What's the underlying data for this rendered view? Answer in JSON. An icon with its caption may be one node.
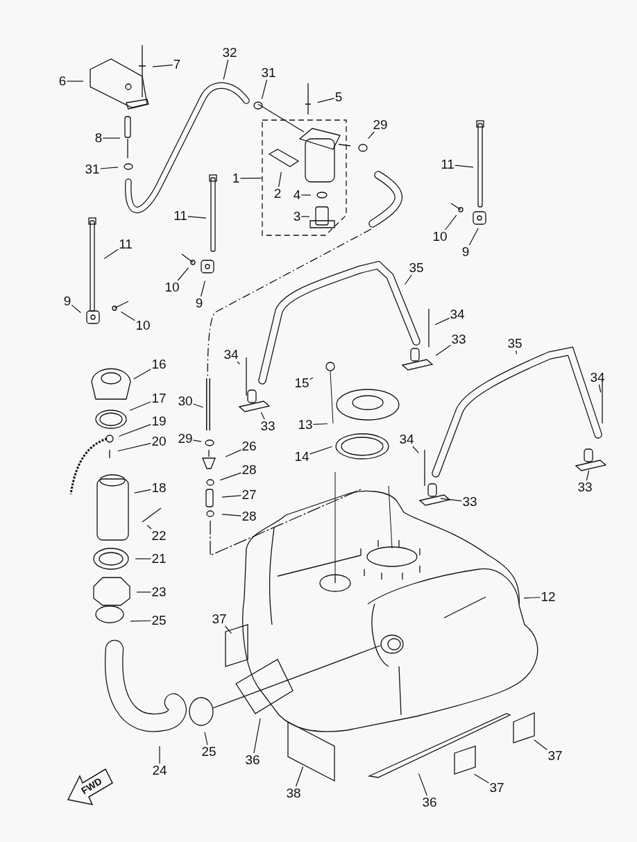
{
  "diagram": {
    "nodes": [
      {
        "text": [
          "6"
        ]
      },
      {
        "text": [
          "7"
        ]
      },
      {
        "text": [
          "8"
        ]
      },
      {
        "text": [
          "31"
        ]
      },
      {
        "text": [
          "32"
        ]
      },
      {
        "text": [
          "31"
        ]
      },
      {
        "text": [
          "5"
        ]
      },
      {
        "text": [
          "29"
        ]
      },
      {
        "text": [
          "1"
        ]
      },
      {
        "text": [],
        "shape": "box"
      },
      {
        "text": [
          "2"
        ],
        "in": 9
      },
      {
        "text": [
          "4"
        ],
        "in": 9
      },
      {
        "text": [
          "3"
        ],
        "in": 9
      },
      {
        "text": [
          "11"
        ]
      },
      {
        "text": [
          "10"
        ]
      },
      {
        "text": [
          "9"
        ]
      },
      {
        "text": [
          "11"
        ]
      },
      {
        "text": [
          "10"
        ]
      },
      {
        "text": [
          "9"
        ]
      },
      {
        "text": [
          "11"
        ]
      },
      {
        "text": [
          "9"
        ]
      },
      {
        "text": [
          "10"
        ]
      },
      {
        "text": [
          "35"
        ]
      },
      {
        "text": [
          "34"
        ]
      },
      {
        "text": [
          "33"
        ]
      },
      {
        "text": [
          "34"
        ]
      },
      {
        "text": [
          "33"
        ]
      },
      {
        "text": [
          "16"
        ]
      },
      {
        "text": [
          "17"
        ]
      },
      {
        "text": [
          "19"
        ]
      },
      {
        "text": [
          "20"
        ]
      },
      {
        "text": [
          "30"
        ]
      },
      {
        "text": [
          "29"
        ]
      },
      {
        "text": [
          "26"
        ]
      },
      {
        "text": [
          "28"
        ]
      },
      {
        "text": [
          "27"
        ]
      },
      {
        "text": [
          "28"
        ]
      },
      {
        "text": [
          "15"
        ]
      },
      {
        "text": [
          "13"
        ]
      },
      {
        "text": [
          "14"
        ]
      },
      {
        "text": [
          "34"
        ]
      },
      {
        "text": [
          "35"
        ]
      },
      {
        "text": [
          "34"
        ]
      },
      {
        "text": [
          "33"
        ]
      },
      {
        "text": [
          "33"
        ]
      },
      {
        "text": [
          "18"
        ]
      },
      {
        "text": [
          "22"
        ]
      },
      {
        "text": [
          "21"
        ]
      },
      {
        "text": [
          "23"
        ]
      },
      {
        "text": [
          "25"
        ]
      },
      {
        "text": [
          "12"
        ]
      },
      {
        "text": [
          "37"
        ]
      },
      {
        "text": [
          "24"
        ]
      },
      {
        "text": [
          "25"
        ]
      },
      {
        "text": [
          "36"
        ]
      },
      {
        "text": [
          "38"
        ]
      },
      {
        "text": [
          "36"
        ]
      },
      {
        "text": [
          "37"
        ]
      },
      {
        "text": [
          "37"
        ]
      }
    ],
    "edges": [
      {
        "from": 0,
        "to": null,
        "arrow": "none"
      },
      {
        "from": 1,
        "to": null,
        "arrow": "none"
      },
      {
        "from": 2,
        "to": null,
        "arrow": "none"
      },
      {
        "from": 3,
        "to": null,
        "arrow": "none"
      },
      {
        "from": 4,
        "to": null,
        "arrow": "none"
      },
      {
        "from": 5,
        "to": null,
        "arrow": "none"
      },
      {
        "from": 6,
        "to": null,
        "arrow": "none"
      },
      {
        "from": 7,
        "to": null,
        "arrow": "none"
      },
      {
        "from": 8,
        "to": 9,
        "arrow": "none"
      },
      {
        "from": 10,
        "to": null,
        "arrow": "none"
      },
      {
        "from": 11,
        "to": null,
        "arrow": "none"
      },
      {
        "from": 12,
        "to": null,
        "arrow": "none"
      },
      {
        "from": 13,
        "to": null,
        "arrow": "none"
      },
      {
        "from": 14,
        "to": null,
        "arrow": "none"
      },
      {
        "from": 15,
        "to": null,
        "arrow": "none"
      },
      {
        "from": 16,
        "to": null,
        "arrow": "none"
      },
      {
        "from": 17,
        "to": null,
        "arrow": "none"
      },
      {
        "from": 18,
        "to": null,
        "arrow": "none"
      },
      {
        "from": 19,
        "to": null,
        "arrow": "none"
      },
      {
        "from": 20,
        "to": null,
        "arrow": "none"
      },
      {
        "from": 21,
        "to": null,
        "arrow": "none"
      },
      {
        "from": 22,
        "to": null,
        "arrow": "none"
      },
      {
        "from": 23,
        "to": null,
        "arrow": "none"
      },
      {
        "from": 24,
        "to": null,
        "arrow": "none"
      },
      {
        "from": 25,
        "to": null,
        "arrow": "none"
      },
      {
        "from": 26,
        "to": null,
        "arrow": "none"
      },
      {
        "from": 27,
        "to": null,
        "arrow": "none"
      },
      {
        "from": 28,
        "to": null,
        "arrow": "none"
      },
      {
        "from": 29,
        "to": null,
        "arrow": "none"
      },
      {
        "from": 30,
        "to": null,
        "arrow": "none"
      },
      {
        "from": 31,
        "to": null,
        "arrow": "none"
      },
      {
        "from": 32,
        "to": null,
        "arrow": "none"
      },
      {
        "from": 33,
        "to": null,
        "arrow": "none"
      },
      {
        "from": 34,
        "to": null,
        "arrow": "none"
      },
      {
        "from": 35,
        "to": null,
        "arrow": "none"
      },
      {
        "from": 36,
        "to": null,
        "arrow": "none"
      },
      {
        "from": 37,
        "to": null,
        "arrow": "none"
      },
      {
        "from": 38,
        "to": null,
        "arrow": "none"
      },
      {
        "from": 39,
        "to": null,
        "arrow": "none"
      },
      {
        "from": 40,
        "to": null,
        "arrow": "none"
      },
      {
        "from": 41,
        "to": null,
        "arrow": "none"
      },
      {
        "from": 42,
        "to": null,
        "arrow": "none"
      },
      {
        "from": 43,
        "to": null,
        "arrow": "none"
      },
      {
        "from": 44,
        "to": null,
        "arrow": "none"
      },
      {
        "from": 45,
        "to": null,
        "arrow": "none"
      },
      {
        "from": 46,
        "to": null,
        "arrow": "none"
      },
      {
        "from": 47,
        "to": null,
        "arrow": "none"
      },
      {
        "from": 48,
        "to": null,
        "arrow": "none"
      },
      {
        "from": 49,
        "to": null,
        "arrow": "none"
      },
      {
        "from": 50,
        "to": null,
        "arrow": "none"
      },
      {
        "from": 51,
        "to": null,
        "arrow": "none"
      },
      {
        "from": 52,
        "to": null,
        "arrow": "none"
      },
      {
        "from": 53,
        "to": null,
        "arrow": "none"
      },
      {
        "from": 54,
        "to": null,
        "arrow": "none"
      },
      {
        "from": 55,
        "to": null,
        "arrow": "none"
      },
      {
        "from": 56,
        "to": null,
        "arrow": "none"
      },
      {
        "from": 57,
        "to": null,
        "arrow": "none"
      },
      {
        "from": 58,
        "to": null,
        "arrow": "none"
      }
    ],
    "labels": [
      "FWD"
    ]
  }
}
